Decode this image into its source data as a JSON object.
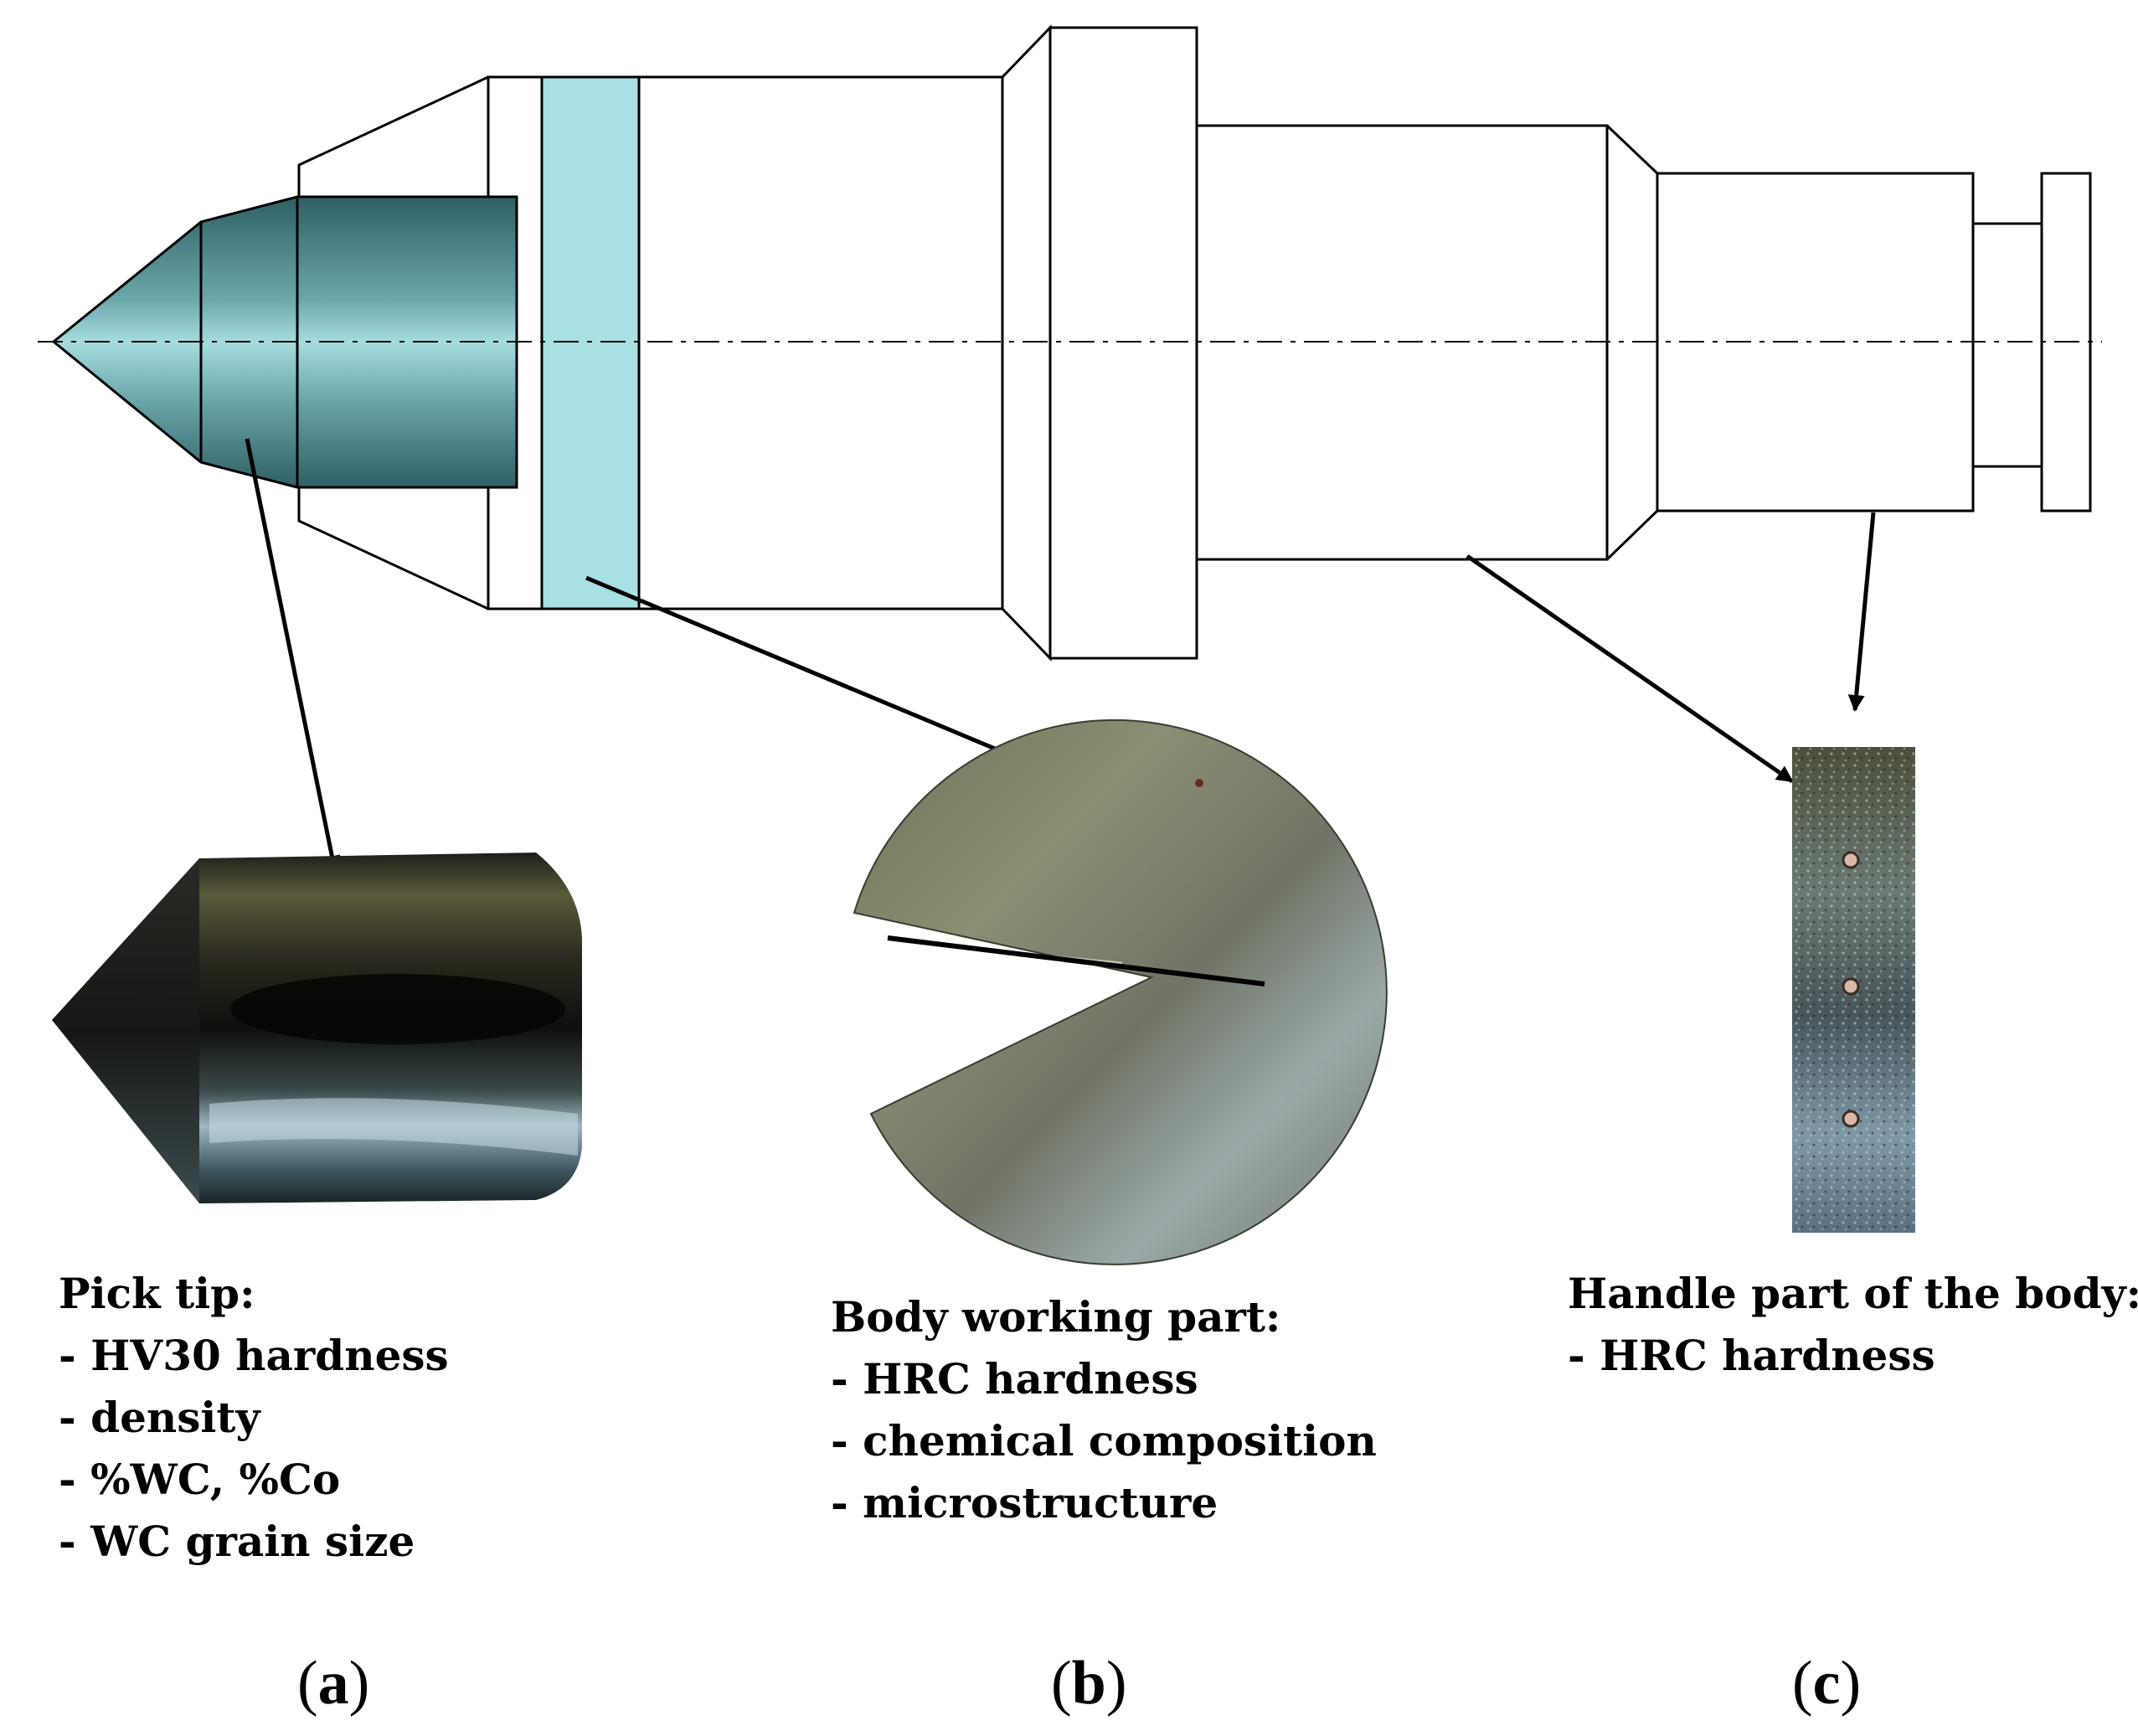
{
  "panels": {
    "a": {
      "heading": "Pick tip:",
      "items": [
        "- HV30 hardness",
        "- density",
        "- %WC, %Co",
        "- WC grain size"
      ],
      "label_open": "(",
      "label_letter": "a",
      "label_close": ")"
    },
    "b": {
      "heading": "Body working part:",
      "items": [
        "- HRC hardness",
        "- chemical composition",
        "- microstructure"
      ],
      "label_open": "(",
      "label_letter": "b",
      "label_close": ")"
    },
    "c": {
      "heading": "Handle part of the body:",
      "items": [
        "- HRC hardness"
      ],
      "label_open": "(",
      "label_letter": "c",
      "label_close": ")"
    }
  },
  "colors": {
    "outline": "#000000",
    "highlight_band": "#a8e0e3",
    "tip_teal": "#5c969c",
    "tip_light": "#a6dce0"
  },
  "icons": [
    "pick-tip-photo",
    "body-disc-photo",
    "handle-sample-photo"
  ]
}
